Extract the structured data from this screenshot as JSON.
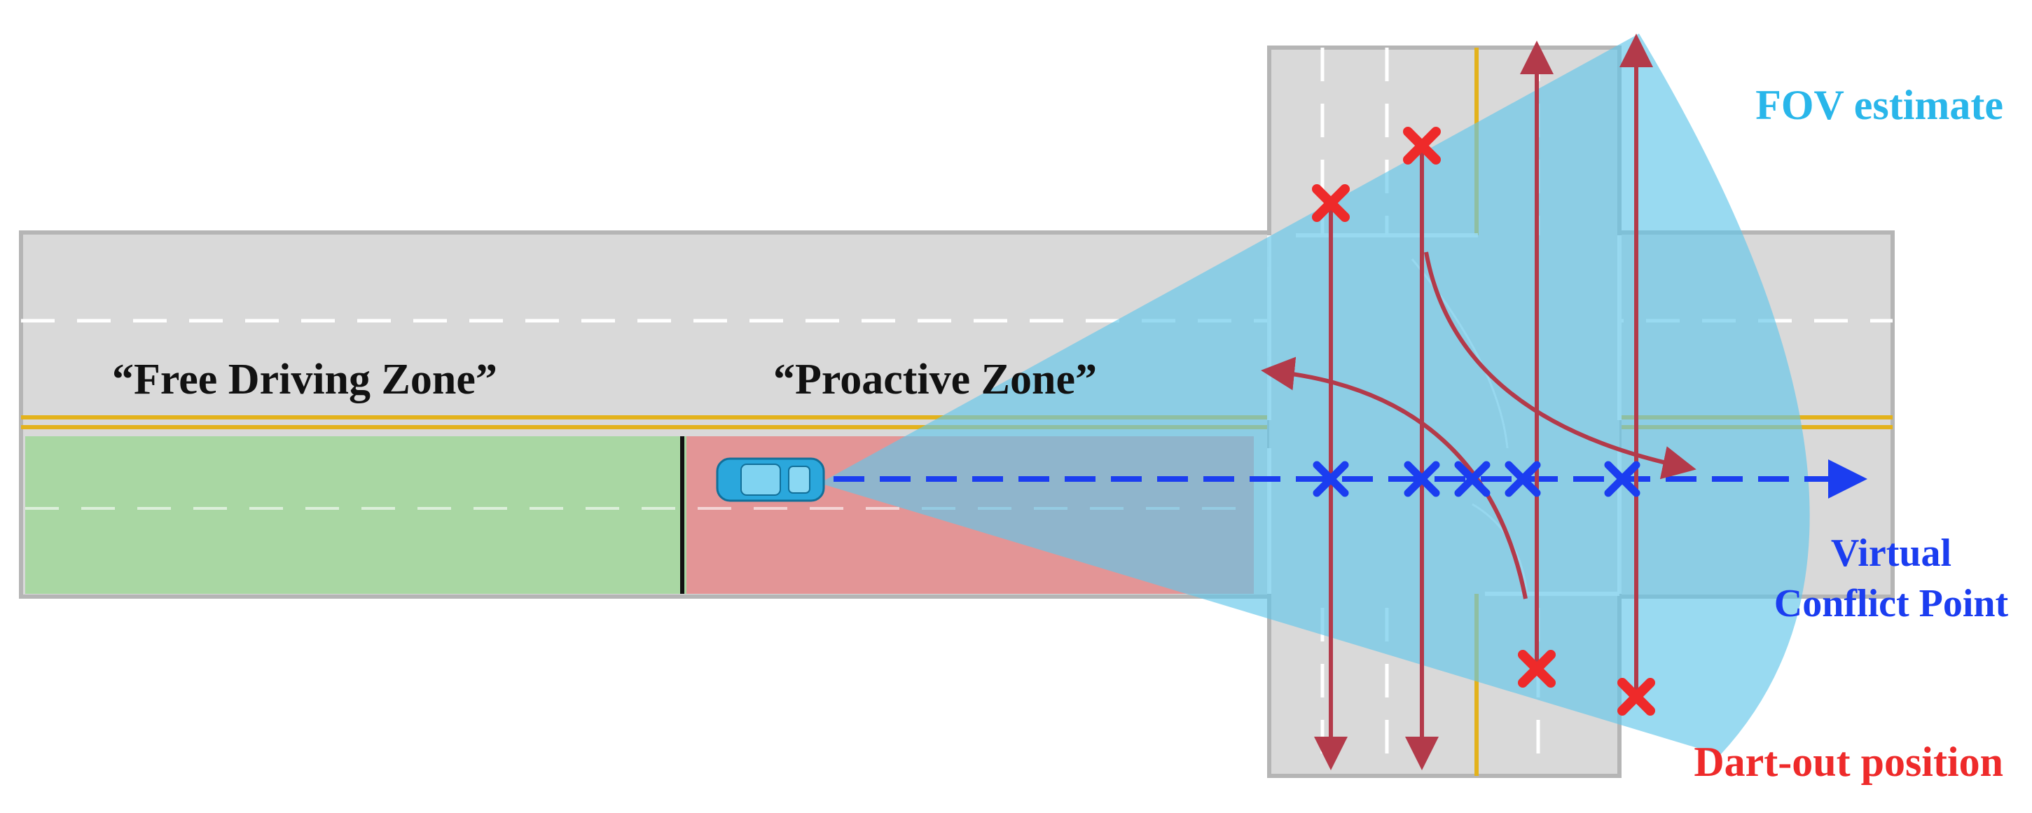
{
  "labels": {
    "free_driving_zone": "“Free Driving Zone”",
    "proactive_zone": "“Proactive Zone”",
    "fov_estimate": "FOV estimate",
    "virtual_line1": "Virtual",
    "virtual_line2": "Conflict Point",
    "dart_out": "Dart-out position"
  },
  "colors": {
    "road": "#d9d9d9",
    "road_edge": "#b5b5b5",
    "lane_marking": "#ffffff",
    "center_line": "#e3b21c",
    "free_zone": "#a9d7a3",
    "proactive_zone": "#e39596",
    "fov": "#63c6ea",
    "fov_label": "#29b6ea",
    "virtual_conflict": "#1b3df0",
    "dart_out": "#ee2a2a",
    "trajectory": "#b33a4a",
    "vehicle": "#2aa7dc"
  },
  "icons": [
    "vehicle-icon",
    "dart-out-marker-icon",
    "conflict-point-marker-icon",
    "trajectory-arrow-icon"
  ]
}
